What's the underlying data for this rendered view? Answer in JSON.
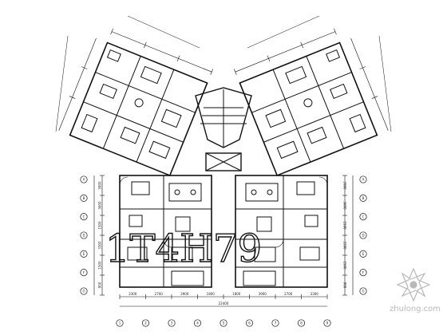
{
  "drawing": {
    "label": "1T4H79"
  },
  "watermark": {
    "site": "zhulong.com",
    "logo": "seal-flower-icon"
  },
  "colors": {
    "line": "#111111",
    "watermark": "#b9b9b9",
    "background": "#ffffff"
  },
  "bottom_dims": [
    "3300",
    "2700",
    "3900",
    "1800",
    "1800",
    "3900",
    "2700",
    "3300"
  ],
  "bottom_total": "22400",
  "left_dims": [
    "3900",
    "3600",
    "1500",
    "3300",
    "1500",
    "900"
  ],
  "right_dims": [
    "3900",
    "3600",
    "1500",
    "3300",
    "1500",
    "900"
  ],
  "axis_bottom": [
    "1",
    "2",
    "3",
    "4",
    "5",
    "6",
    "7",
    "8",
    "9"
  ],
  "axis_side": [
    "A",
    "B",
    "C",
    "D",
    "E",
    "F",
    "G"
  ]
}
